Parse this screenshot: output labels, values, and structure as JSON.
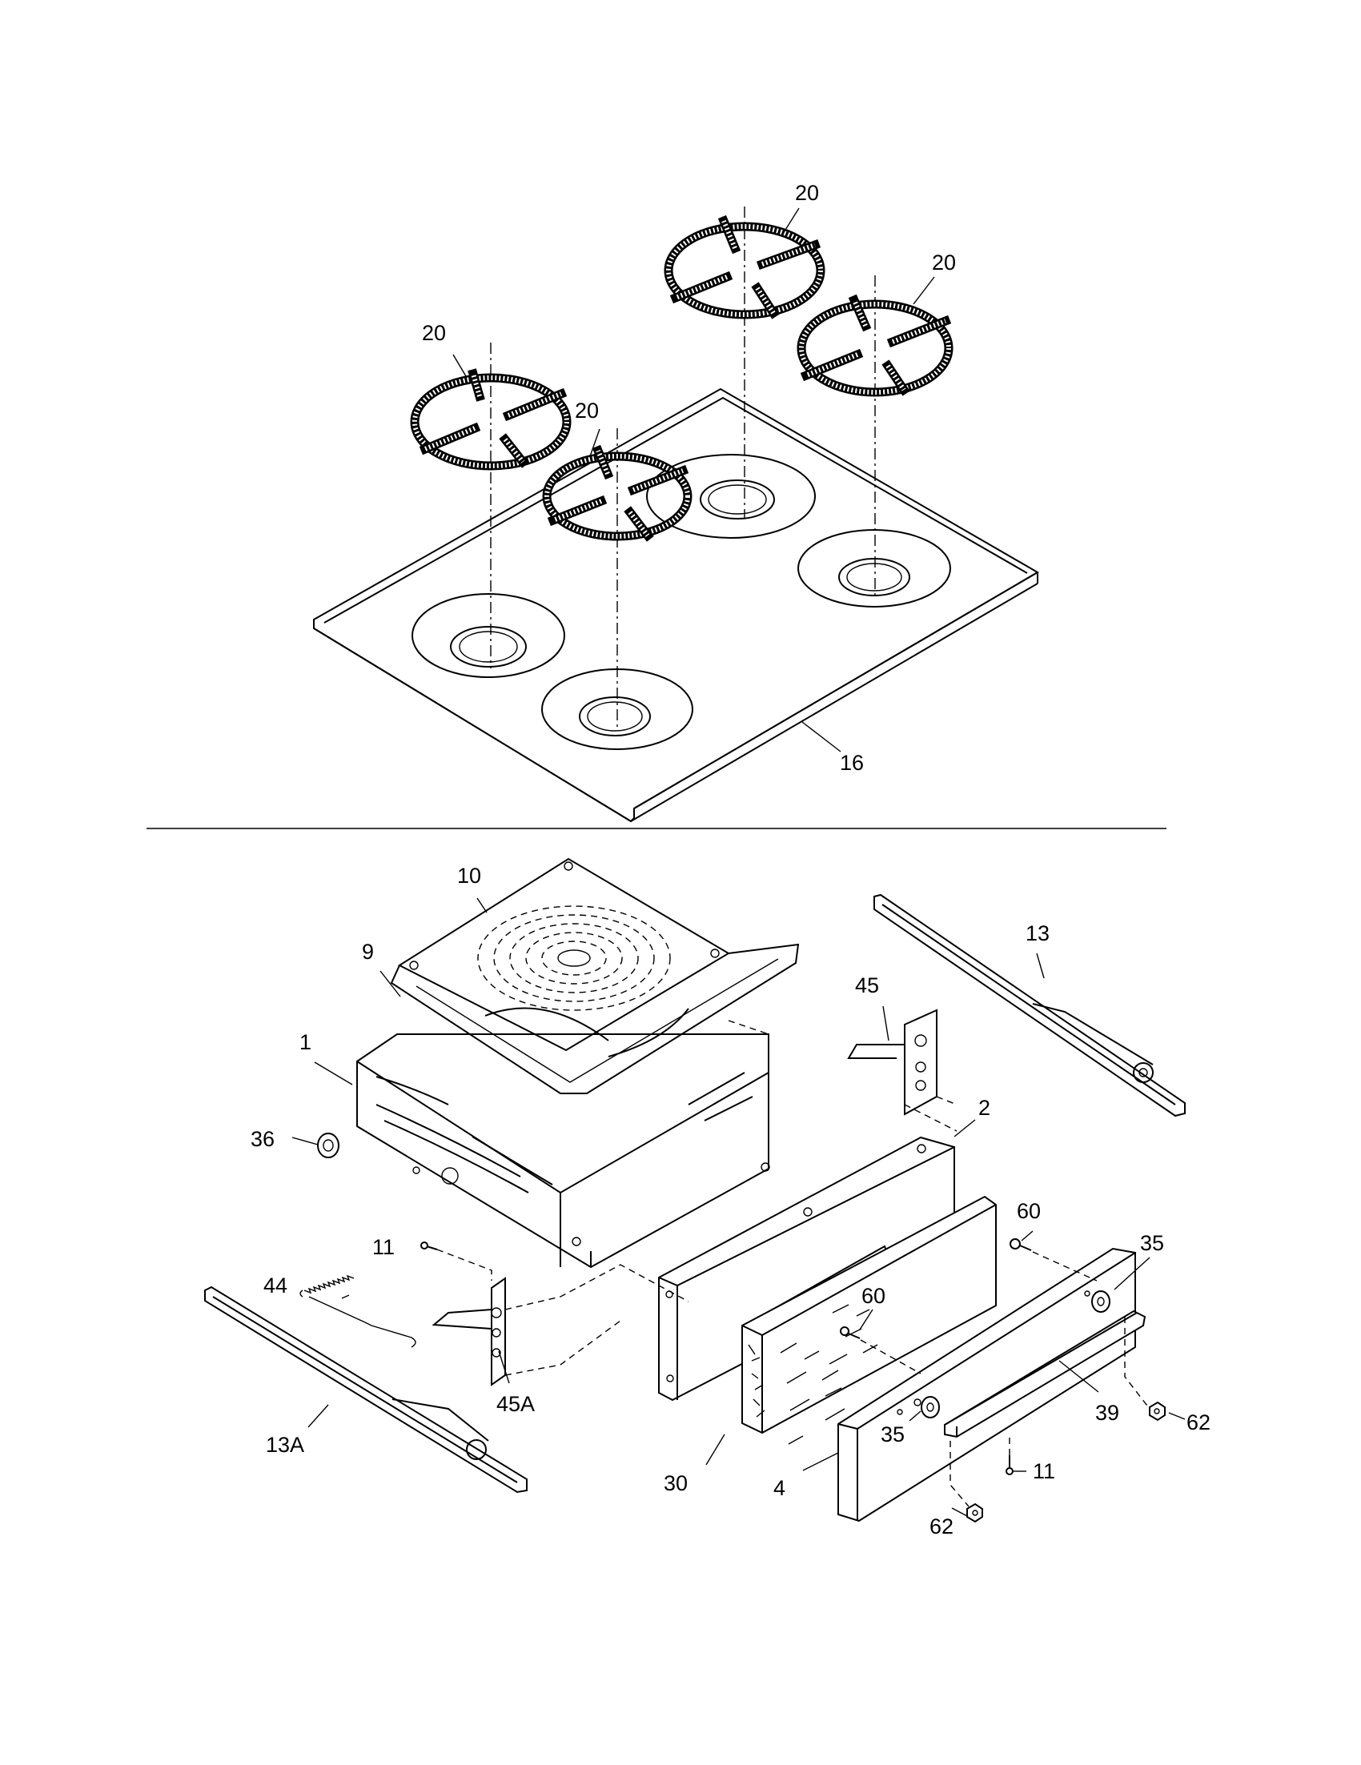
{
  "callouts": {
    "grate_1": "20",
    "grate_2": "20",
    "grate_3": "20",
    "grate_4": "20",
    "cooktop": "16",
    "broiler_frame": "1",
    "broiler_grid": "9",
    "broiler_pan_insert": "10",
    "slide_rail_right": "13",
    "slide_rail_left": "13A",
    "bracket_right": "45",
    "bracket_left": "45A",
    "drawer_front_inner": "2",
    "insulation": "30",
    "drawer_panel": "4",
    "bumper": "36",
    "screw_upper_left": "11",
    "screw_lower_right": "11",
    "spring": "44",
    "bolt_upper": "60",
    "bolt_center": "60",
    "spacer_upper": "35",
    "spacer_lower": "35",
    "handle": "39",
    "nut_right": "62",
    "nut_lower": "62"
  }
}
